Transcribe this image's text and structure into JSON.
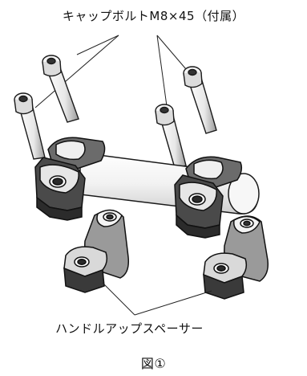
{
  "labels": {
    "bolts": "キャップボルトM8×45（付属）",
    "spacers": "ハンドルアップスペーサー",
    "figure": "図①"
  }
}
